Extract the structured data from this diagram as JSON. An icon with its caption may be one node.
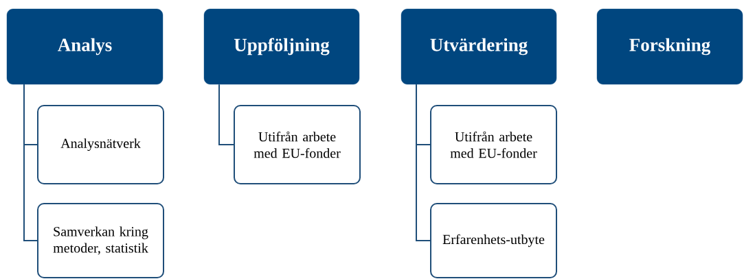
{
  "diagram": {
    "nodes": [
      {
        "text": [
          "Analys"
        ]
      },
      {
        "text": [
          "Analysnätverk"
        ]
      },
      {
        "text": [
          "Samverkan kring metoder, statistik"
        ]
      },
      {
        "text": [
          "Uppföljning"
        ]
      },
      {
        "text": [
          "Utifrån arbete med EU-fonder"
        ]
      },
      {
        "text": [
          "Utvärdering"
        ]
      },
      {
        "text": [
          "Utifrån arbete med EU-fonder"
        ]
      },
      {
        "text": [
          "Erfarenhets-utbyte"
        ]
      },
      {
        "text": [
          "Forskning"
        ]
      }
    ],
    "edges": [
      {
        "from": 0,
        "to": 1,
        "arrow": "none"
      },
      {
        "from": 0,
        "to": 2,
        "arrow": "none"
      },
      {
        "from": 3,
        "to": 4,
        "arrow": "none"
      },
      {
        "from": 5,
        "to": 6,
        "arrow": "none"
      },
      {
        "from": 5,
        "to": 7,
        "arrow": "none"
      }
    ]
  }
}
